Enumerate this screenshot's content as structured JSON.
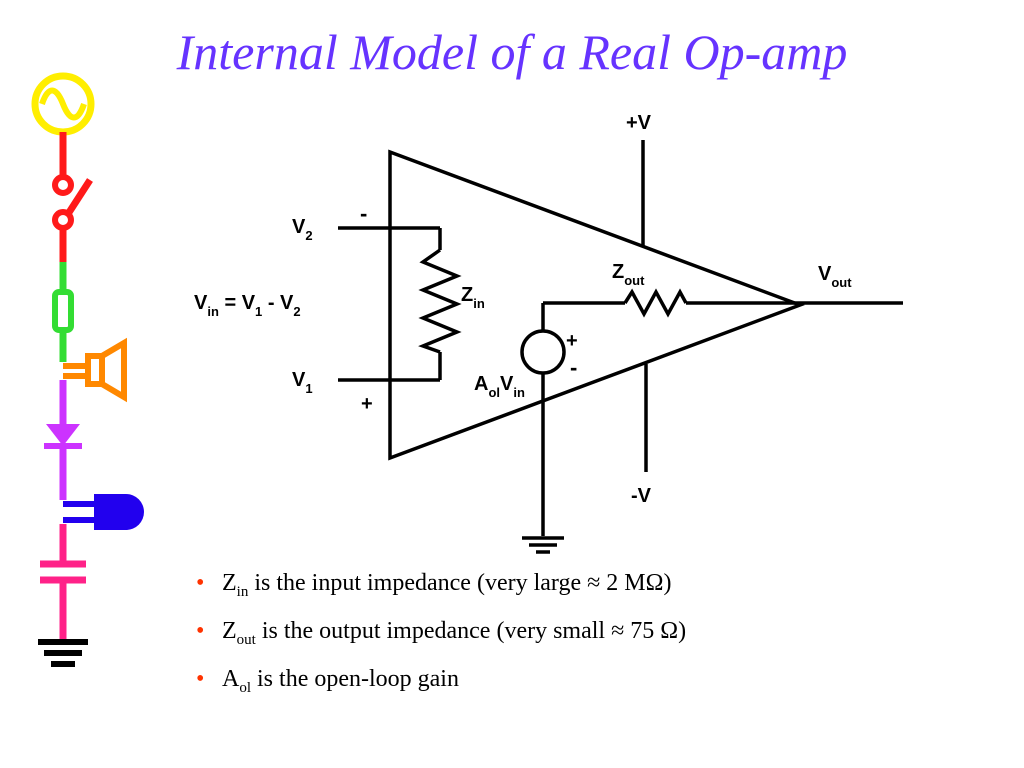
{
  "title": "Internal Model of a Real Op-amp",
  "diagram": {
    "labels": {
      "supply_pos": "+V",
      "supply_neg": "-V",
      "v2": "V",
      "v2_sub": "2",
      "v1": "V",
      "v1_sub": "1",
      "minus_input": "-",
      "plus_input": "+",
      "vin_eq_v": "V",
      "vin_eq_in": "in",
      "vin_eq_mid1": " = V",
      "vin_eq_sub1": "1",
      "vin_eq_mid2": " - V",
      "vin_eq_sub2": "2",
      "zin": "Z",
      "zin_sub": "in",
      "zout": "Z",
      "zout_sub": "out",
      "vout": "V",
      "vout_sub": "out",
      "src_a": "A",
      "src_ol": "ol",
      "src_v": "V",
      "src_in": "in",
      "src_plus": "+",
      "src_minus": "-"
    }
  },
  "bullets": [
    {
      "main": "Z",
      "sub": "in",
      "rest": " is the input impedance (very large ≈ 2 MΩ)"
    },
    {
      "main": "Z",
      "sub": "out",
      "rest": " is the output impedance (very small ≈ 75 Ω)"
    },
    {
      "main": "A",
      "sub": "ol",
      "rest": " is the open-loop gain"
    }
  ],
  "bullet_symbol": "•",
  "colors": {
    "title": "#6633ff",
    "bullet_dot": "#ff3300",
    "decor_yellow": "#ffee00",
    "decor_red": "#ff1a1a",
    "decor_green": "#33dd33",
    "decor_orange": "#ff8800",
    "decor_purple": "#cc33ff",
    "decor_blue": "#2200ee",
    "decor_pink": "#ff2288"
  }
}
